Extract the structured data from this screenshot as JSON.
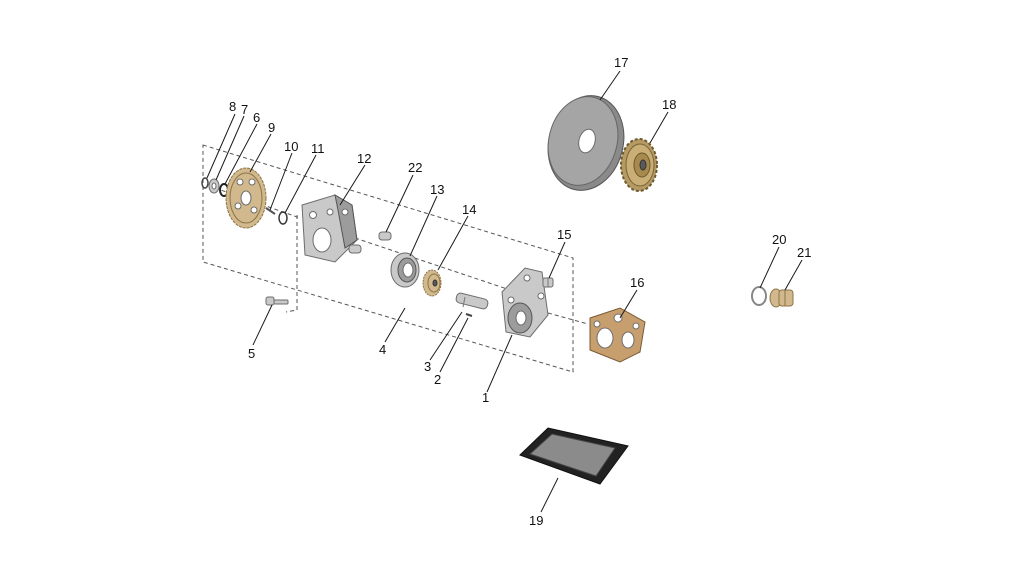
{
  "callouts": [
    "1",
    "2",
    "3",
    "4",
    "5",
    "6",
    "7",
    "8",
    "9",
    "10",
    "11",
    "12",
    "13",
    "14",
    "15",
    "16",
    "17",
    "18",
    "19",
    "20",
    "21",
    "22"
  ],
  "colors": {
    "metal": "#c9c9c9",
    "brass": "#d2b98d",
    "gasket": "#c79f6f",
    "background": "#ffffff"
  }
}
